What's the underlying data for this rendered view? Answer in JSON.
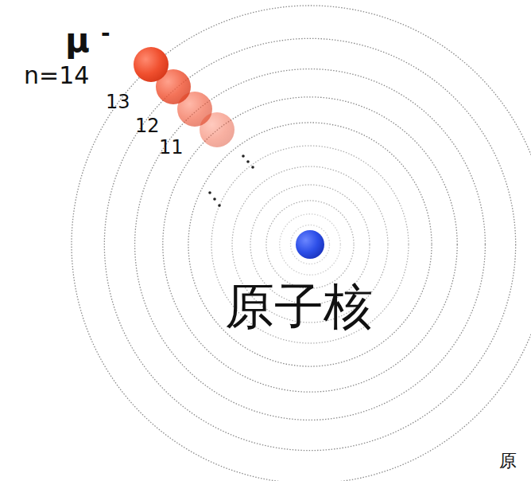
{
  "diagram": {
    "labels": [
      "μ",
      "-",
      "n=14",
      "13",
      "12",
      "11",
      "原子核",
      "原"
    ]
  }
}
